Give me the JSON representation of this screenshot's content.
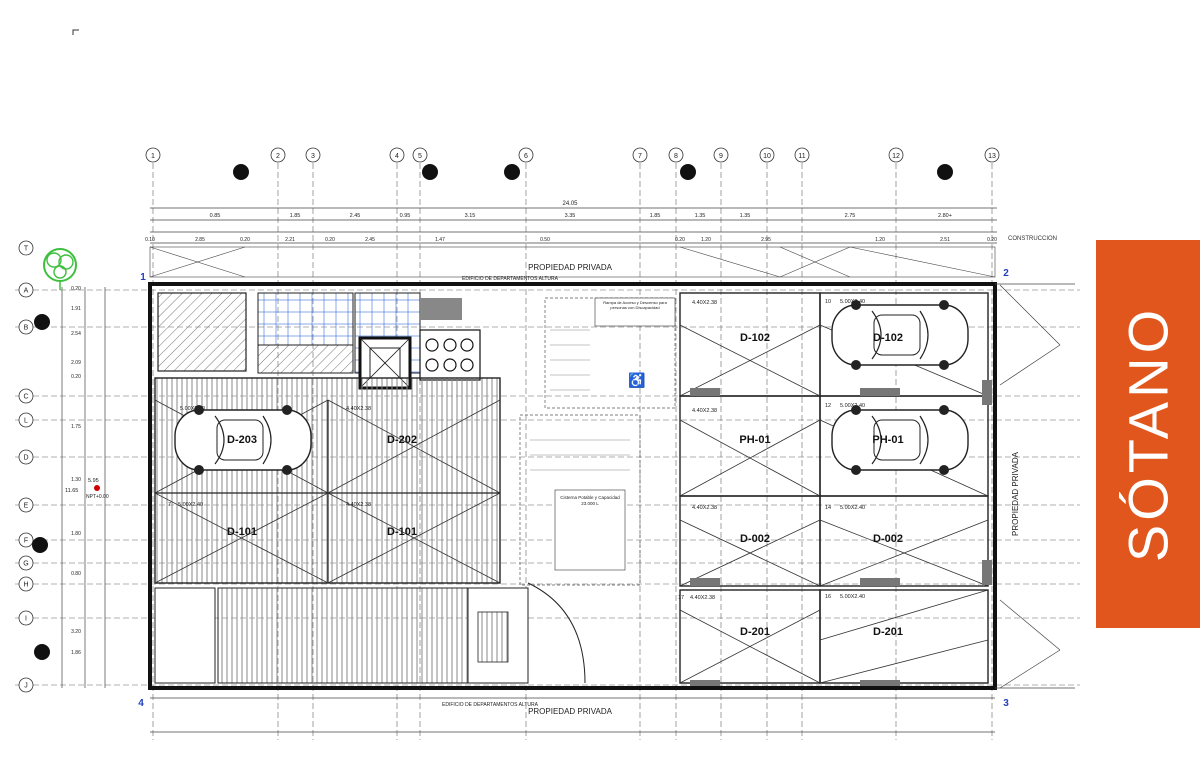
{
  "sheet": {
    "title": "SÓTANO",
    "colors": {
      "banner": "#e0561c",
      "line": "#222222",
      "grid": "#555555",
      "hatch": "#888888",
      "cornerLabels": "#1f3fbf",
      "tree": "#3fbf3f",
      "marker": "#d00000"
    }
  },
  "axes": {
    "columns": [
      "1",
      "2",
      "3",
      "4",
      "5",
      "6",
      "7",
      "8",
      "9",
      "10",
      "11",
      "12",
      "13"
    ],
    "rows": [
      "T",
      "A",
      "B",
      "C",
      "L",
      "D",
      "E",
      "F",
      "G",
      "H",
      "I",
      "J"
    ]
  },
  "corners": [
    "1",
    "2",
    "3",
    "4"
  ],
  "dimensions": {
    "overall": "24.05",
    "top_row1": [
      "0.85",
      "1.85",
      "2.45",
      "0.95",
      "3.15",
      "3.35",
      "1.85",
      "1.35",
      "1.35",
      "2.75",
      "2.80+"
    ],
    "top_row2": [
      "0.10",
      "2.85",
      "0.20",
      "2.21",
      "0.20",
      "2.45",
      "1.47",
      "0.50",
      "0.20",
      "1.20",
      "2.95",
      "1.20",
      "2.51",
      "0.20"
    ],
    "left_row1": [
      "0.20",
      "1.91",
      "2.54",
      "2.09",
      "0.20",
      "1.75",
      "1.30",
      "1.80",
      "0.80",
      "3.20",
      "1.86"
    ],
    "left_row2": [
      "11.65"
    ],
    "left_row3": [
      "5.95"
    ],
    "level_marker": "NPT+0.00"
  },
  "labels": {
    "top_boundary": "PROPIEDAD PRIVADA",
    "bottom_boundary": "PROPIEDAD PRIVADA",
    "right_boundary": "PROPIEDAD PRIVADA",
    "top_neighbor": "EDIFICIO DE DEPARTAMENTOS ALTURA",
    "bottom_neighbor": "EDIFICIO DE DEPARTAMENTOS ALTURA",
    "top_right_note": "CONSTRUCCION",
    "ramp_note": "Rampa de Acceso y Descenso para personas con Discapacidad",
    "tank_note": "Cisterna Potable y Capacidad 23.000 L"
  },
  "parking": [
    {
      "code": "D-102",
      "size": "4.40X2.38",
      "num": ""
    },
    {
      "code": "D-102",
      "size": "5.00X2.40",
      "num": "10"
    },
    {
      "code": "PH-01",
      "size": "4.40X2.38",
      "num": ""
    },
    {
      "code": "PH-01",
      "size": "5.00X2.40",
      "num": "12"
    },
    {
      "code": "D-002",
      "size": "4.40X2.38",
      "num": ""
    },
    {
      "code": "D-002",
      "size": "5.00X2.40",
      "num": "14"
    },
    {
      "code": "D-201",
      "size": "4.40X2.38",
      "num": "17"
    },
    {
      "code": "D-201",
      "size": "5.00X2.40",
      "num": "16"
    },
    {
      "code": "D-203",
      "size": "5.00X2.40",
      "num": ""
    },
    {
      "code": "D-202",
      "size": "4.40X2.38",
      "num": ""
    },
    {
      "code": "D-101",
      "size": "5.00X2.40",
      "num": "7"
    },
    {
      "code": "D-101",
      "size": "4.40X2.38",
      "num": ""
    }
  ]
}
